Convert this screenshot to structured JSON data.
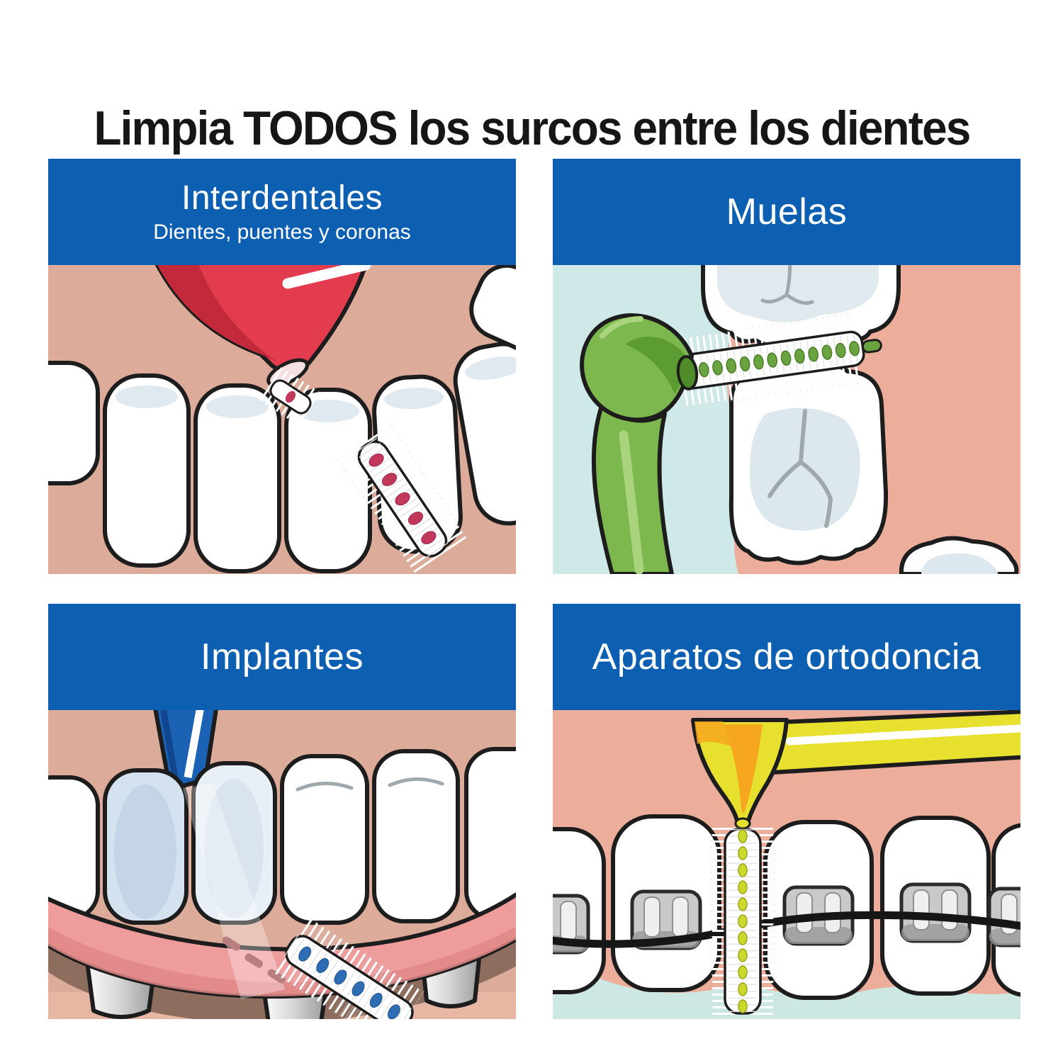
{
  "title": "Limpia TODOS los surcos entre los dientes",
  "colors": {
    "header_blue": "#0d5fb2",
    "header_text": "#ffffff",
    "title_text": "#161616",
    "gum_pink": "#dcab99",
    "mouth_light_blue": "#cfe9e8",
    "implant_gum_rose": "#ef9c9c",
    "brush_handle_red": "#e23c4e",
    "brush_handle_green": "#7cb84e",
    "brush_handle_blue": "#1b62b5",
    "brush_handle_yellow": "#e8e02f",
    "brush_wire_red": "#c2385a",
    "brush_wire_green": "#6aa33f",
    "brush_wire_blue": "#2e6db4",
    "brush_wire_yellow": "#ccd82e",
    "outline_black": "#1d1d1d"
  },
  "panels": [
    {
      "title": "Interdentales",
      "subtitle": "Dientes, puentes y coronas",
      "alt": "red interdental brush cleaning between front teeth"
    },
    {
      "title": "Muelas",
      "alt": "green angled interdental brush cleaning between molars"
    },
    {
      "title": "Implantes",
      "alt": "blue interdental brush cleaning under an implant bridge"
    },
    {
      "title": "Aparatos de ortodoncia",
      "alt": "yellow interdental brush cleaning teeth with braces"
    }
  ]
}
